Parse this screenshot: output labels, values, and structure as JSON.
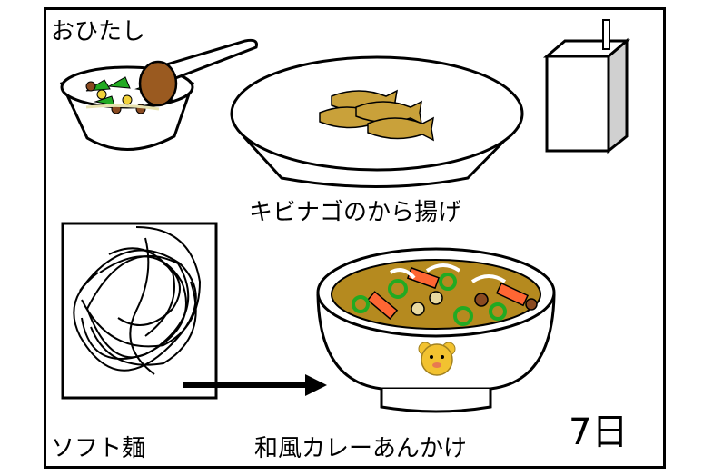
{
  "menu": {
    "date": "7日",
    "items": [
      {
        "label": "おひたし"
      },
      {
        "label": "キビナゴのから揚げ"
      },
      {
        "label": "ソフト麺"
      },
      {
        "label": "和風カレーあんかけ"
      }
    ]
  },
  "colors": {
    "outline": "#000000",
    "fish": "#c9a13a",
    "greens": "#22aa22",
    "carrot": "#ff6633",
    "curry": "#b58a1f",
    "mushroom": "#8a4a20",
    "bear_emblem": "#f2c230",
    "milk_side": "#d0d0d0"
  },
  "icons": [
    "spoon-icon",
    "milk-carton-icon",
    "arrow-right-icon",
    "bear-emblem-icon"
  ]
}
